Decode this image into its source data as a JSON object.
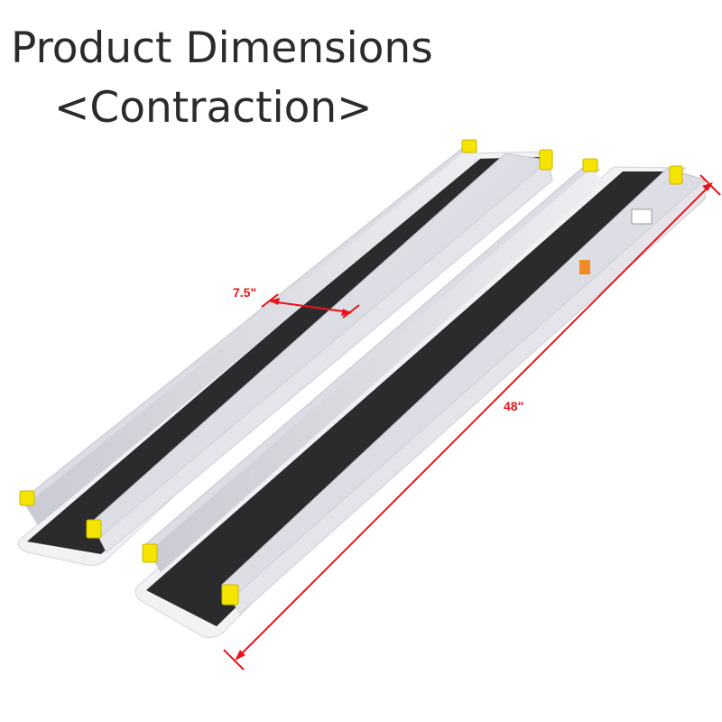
{
  "header": {
    "title": "Product Dimensions",
    "subtitle": "<Contraction>"
  },
  "product": {
    "name": "Telescoping aluminum wheelchair ramp pair (contracted)",
    "ramp_count": 2,
    "surface_color": "#2a2a2a",
    "rail_color": "#e9e9ee",
    "end_cap_color": "#f5e400"
  },
  "dimensions": {
    "width_label": "7.5\"",
    "length_label": "48\"",
    "annotation_color": "#e8141c"
  }
}
